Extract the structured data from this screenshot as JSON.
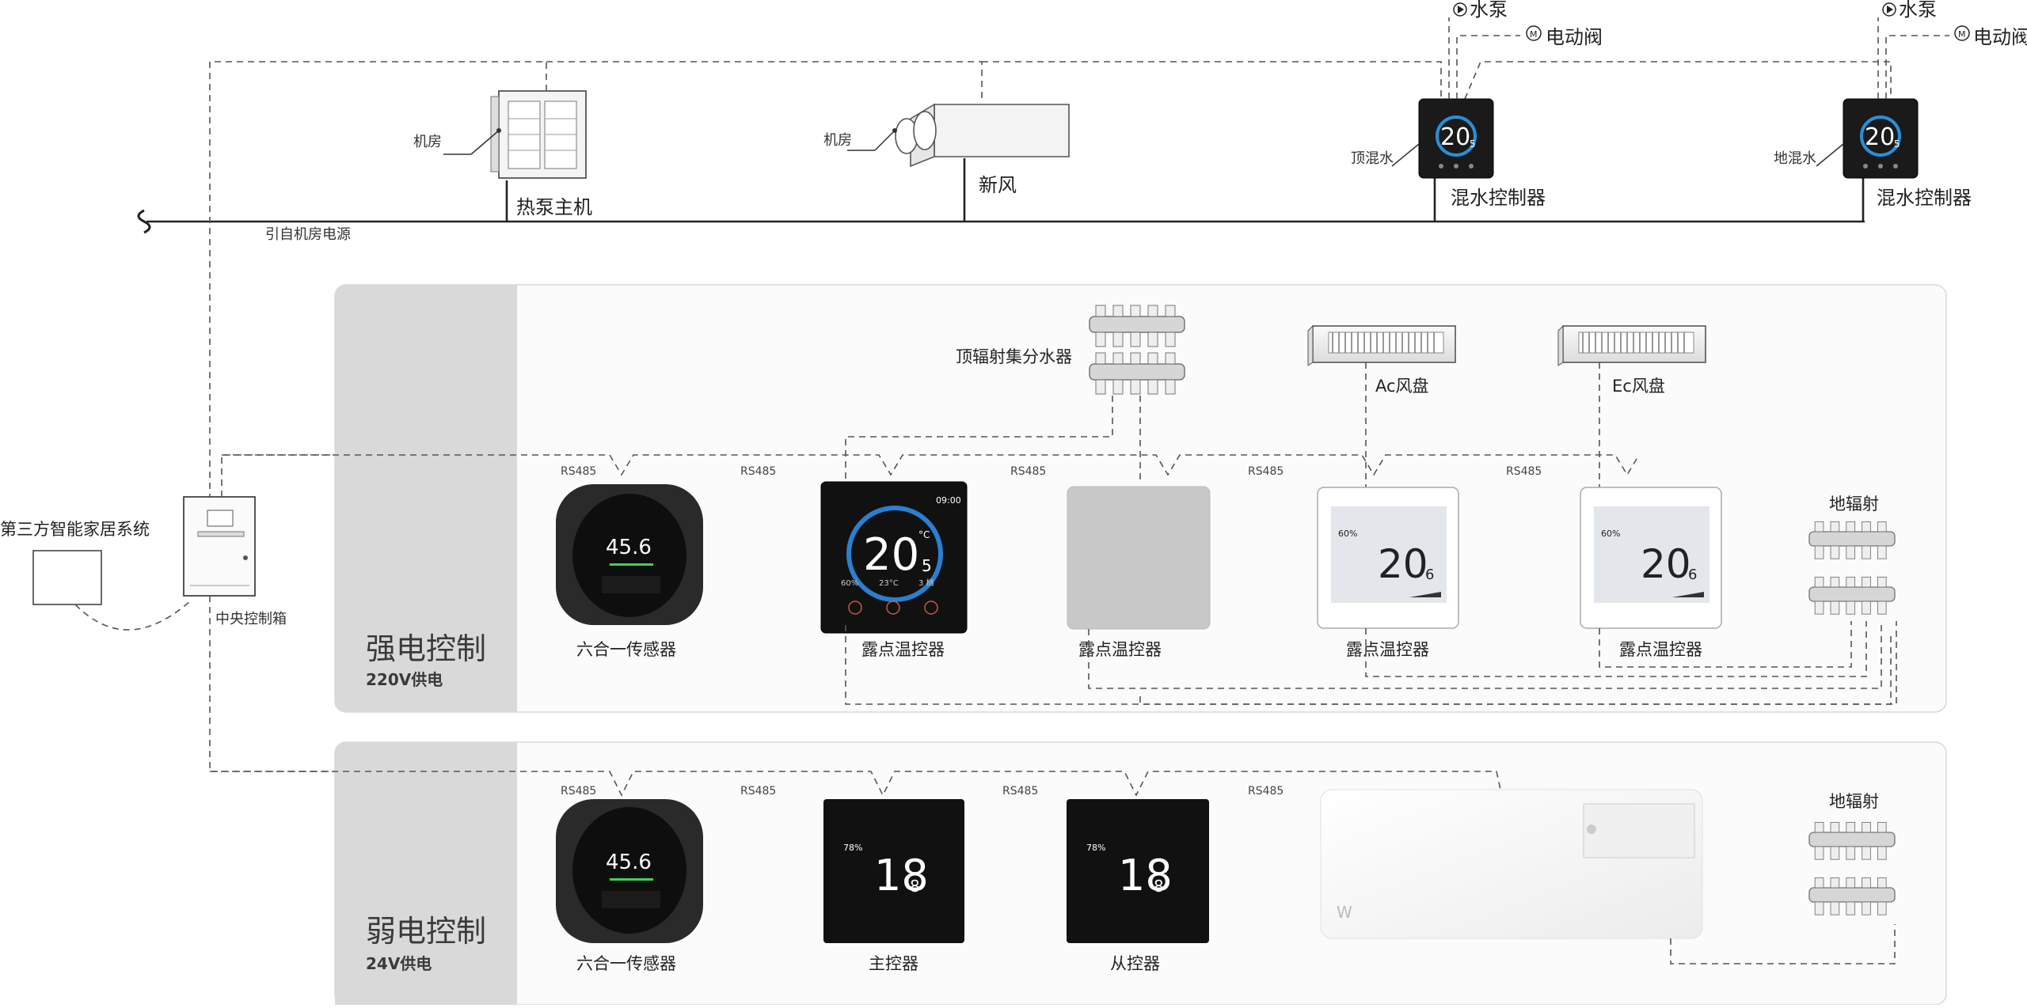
{
  "top": {
    "power_source_label": "引自机房电源",
    "heat_pump": {
      "label": "热泵主机",
      "room_label": "机房"
    },
    "fresh_air": {
      "label": "新风",
      "room_label": "机房"
    },
    "mixer_top": {
      "label": "混水控制器",
      "side_label": "顶混水",
      "pump_label": "水泵",
      "valve_label": "电动阀",
      "display_value": "20",
      "display_decimal": "5"
    },
    "mixer_floor": {
      "label": "混水控制器",
      "side_label": "地混水",
      "pump_label": "水泵",
      "valve_label": "电动阀",
      "display_value": "20",
      "display_decimal": "5"
    }
  },
  "left": {
    "third_party_label": "第三方智能家居系统",
    "control_box_label": "中央控制箱"
  },
  "rs485_label": "RS485",
  "strong_panel": {
    "title": "强电控制",
    "subtitle": "220V供电",
    "manifold_label": "顶辐射集分水器",
    "fan_ac_label": "Ac风盘",
    "fan_ec_label": "Ec风盘",
    "floor_radiant_label": "地辐射",
    "devices": {
      "sensor": {
        "label": "六合一传感器",
        "reading": "45.6"
      },
      "thermo_black": {
        "label": "露点温控器",
        "reading": "20",
        "decimal": "5",
        "unit": "°C",
        "time": "09:00",
        "humidity": "60%",
        "temp": "23°C",
        "level": "3 档"
      },
      "thermo_gray": {
        "label": "露点温控器"
      },
      "thermo_white1": {
        "label": "露点温控器",
        "reading": "20",
        "decimal": "6",
        "humidity": "60%"
      },
      "thermo_white2": {
        "label": "露点温控器",
        "reading": "20",
        "decimal": "6",
        "humidity": "60%"
      }
    }
  },
  "weak_panel": {
    "title": "弱电控制",
    "subtitle": "24V供电",
    "floor_radiant_label": "地辐射",
    "devices": {
      "sensor": {
        "label": "六合一传感器",
        "reading": "45.6"
      },
      "master": {
        "label": "主控器",
        "reading": "18",
        "decimal": "8",
        "humidity": "78%"
      },
      "slave": {
        "label": "从控器",
        "reading": "18",
        "decimal": "8",
        "humidity": "78%"
      }
    }
  }
}
